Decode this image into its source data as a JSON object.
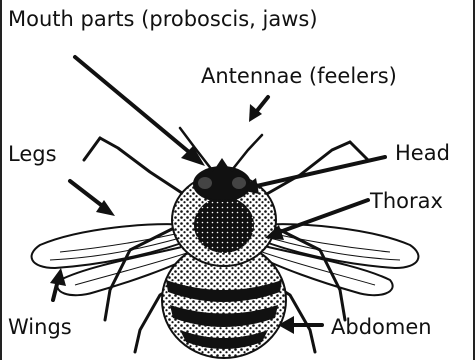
{
  "labels": {
    "mouth_parts": "Mouth parts (proboscis, jaws)",
    "antennae": "Antennae (feelers)",
    "legs": "Legs",
    "head": "Head",
    "thorax": "Thorax",
    "wings": "Wings",
    "abdomen": "Abdomen"
  },
  "colors": {
    "ink": "#111111",
    "background": "#ffffff"
  }
}
